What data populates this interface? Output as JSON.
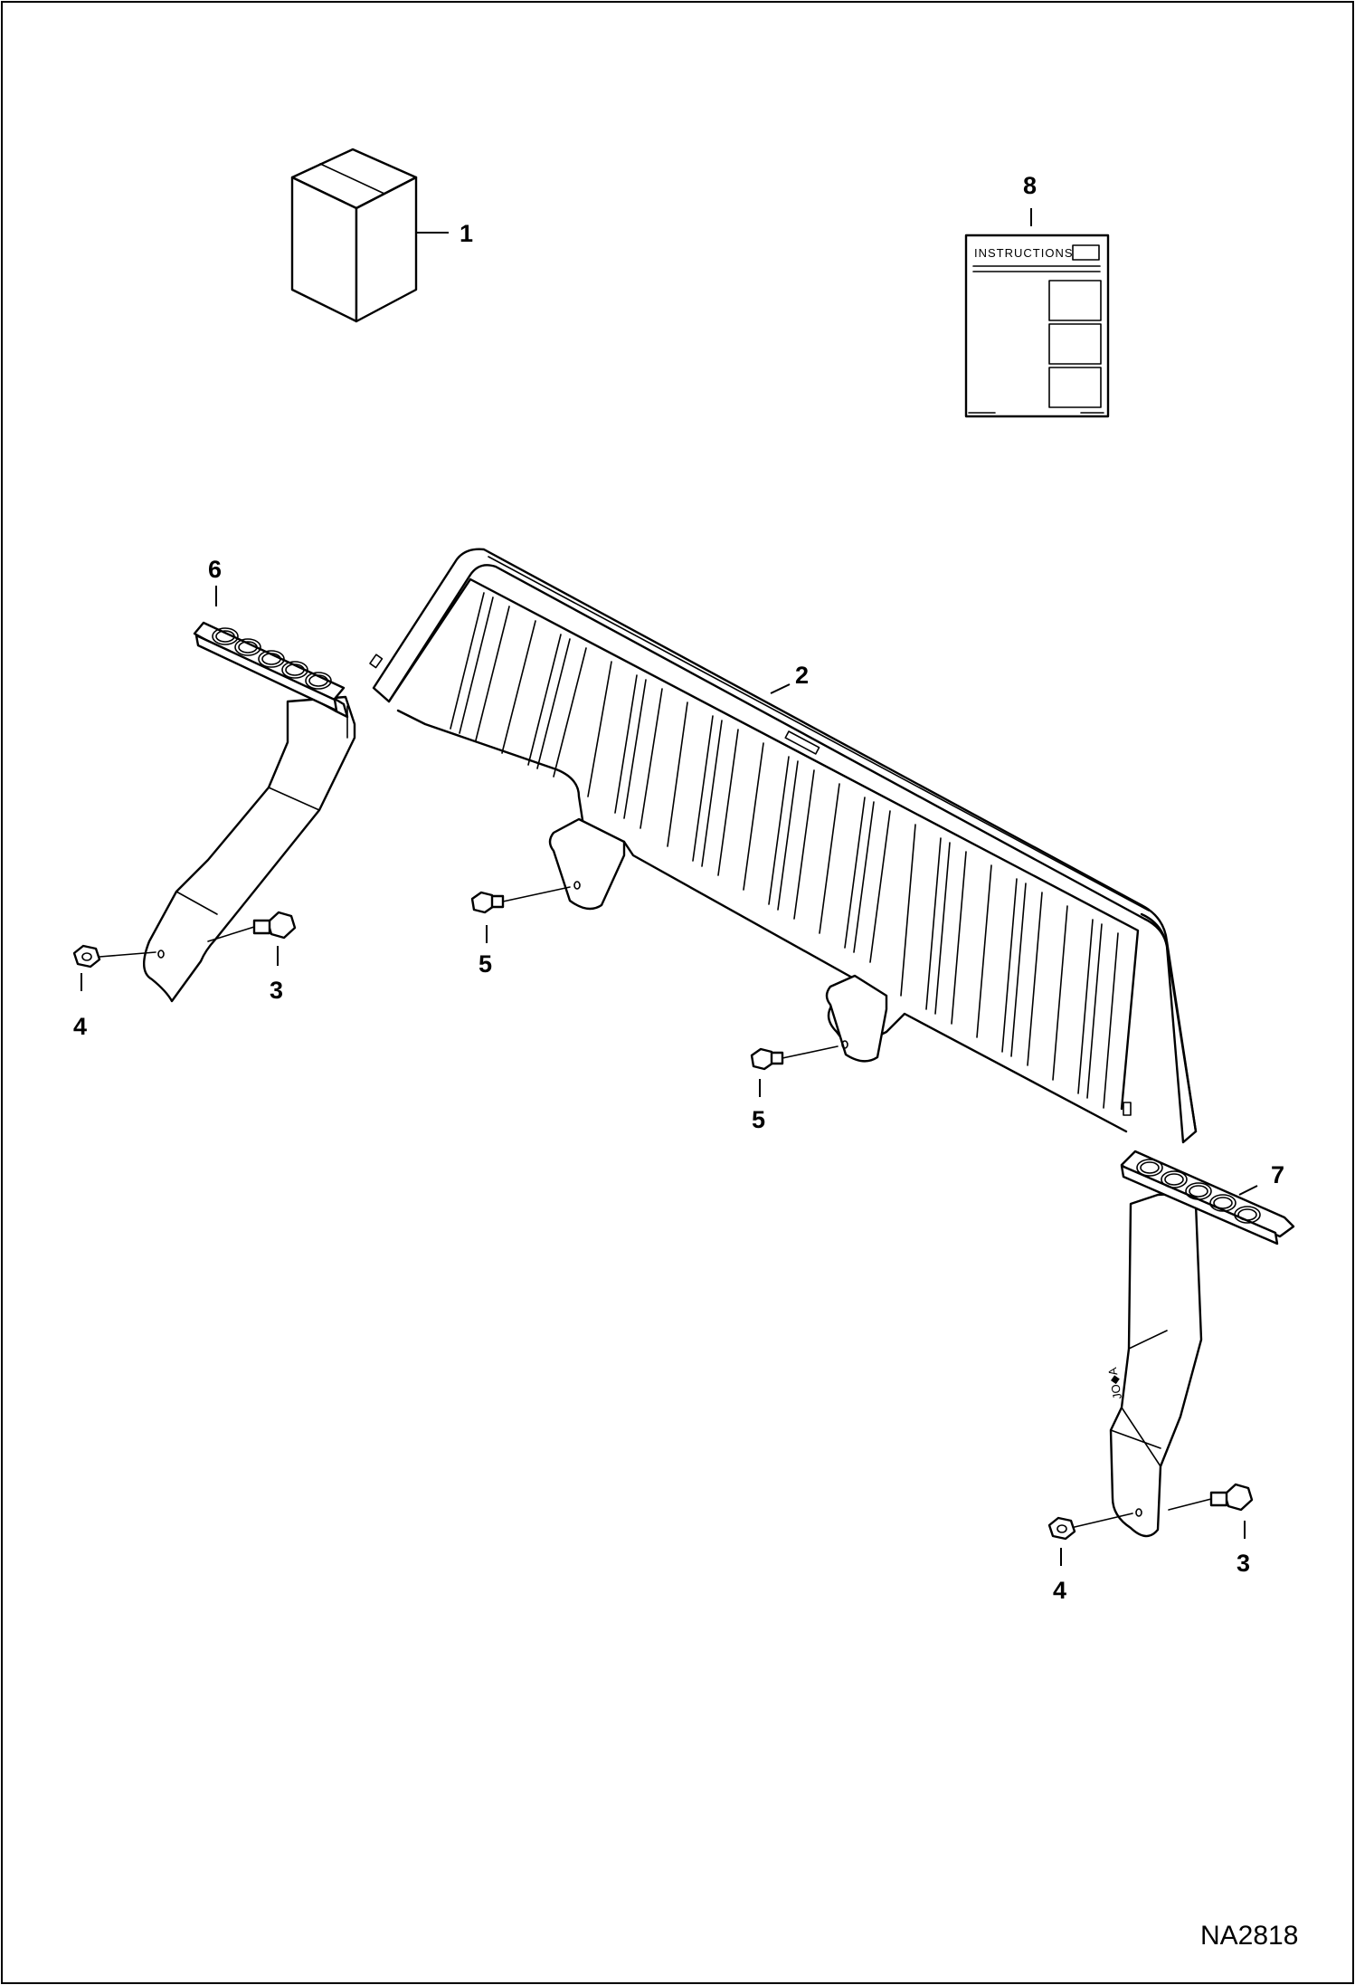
{
  "diagram": {
    "drawing_code": "NA2818",
    "instructions_text": "INSTRUCTIONS",
    "callouts": {
      "c1": "1",
      "c2": "2",
      "c3a": "3",
      "c3b": "3",
      "c4a": "4",
      "c4b": "4",
      "c5a": "5",
      "c5b": "5",
      "c6": "6",
      "c7": "7",
      "c8": "8"
    }
  }
}
